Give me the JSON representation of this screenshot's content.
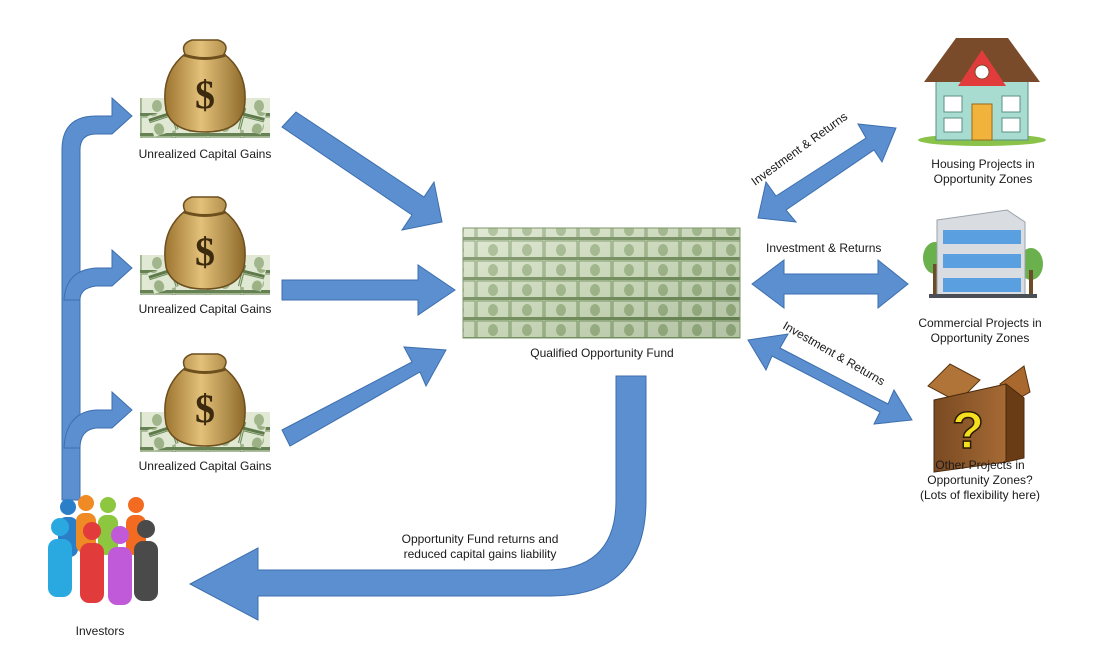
{
  "labels": {
    "gains_1": "Unrealized Capital Gains",
    "gains_2": "Unrealized Capital Gains",
    "gains_3": "Unrealized Capital Gains",
    "fund": "Qualified Opportunity Fund",
    "investors": "Investors",
    "return_line1": "Opportunity Fund returns and",
    "return_line2": "reduced capital gains liability",
    "flow_housing": "Investment & Returns",
    "flow_commercial": "Investment & Returns",
    "flow_other": "Investment & Returns",
    "housing_line1": "Housing Projects in",
    "housing_line2": "Opportunity Zones",
    "commercial_line1": "Commercial Projects in",
    "commercial_line2": "Opportunity Zones",
    "other_line1": "Other Projects in",
    "other_line2": "Opportunity Zones?",
    "other_line3": "(Lots of flexibility here)",
    "money_symbol": "$",
    "unknown_symbol": "?"
  },
  "colors": {
    "arrow": "#5b8fd0",
    "arrow_stroke": "#3d6fae",
    "money_green": "#7f9a6a",
    "bag_tan": "#c49a4a"
  },
  "icons": {
    "gains": "money-bag-icon",
    "fund": "cash-stacks-icon",
    "investors": "people-group-icon",
    "housing": "house-icon",
    "commercial": "office-building-icon",
    "other": "question-box-icon"
  }
}
